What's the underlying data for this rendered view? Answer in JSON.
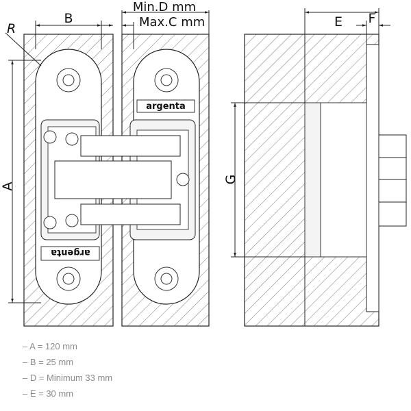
{
  "diagram": {
    "labels": {
      "R": "R",
      "B": "B",
      "min_d": "Min.D mm",
      "max_c": "Max.C mm",
      "E": "E",
      "F": "F",
      "A": "A",
      "G": "G"
    },
    "brand_logo": "argenta"
  },
  "notes": [
    "– A = 120 mm",
    "– B = 25 mm",
    "– D = Minimum 33 mm",
    "– E = 30 mm"
  ]
}
